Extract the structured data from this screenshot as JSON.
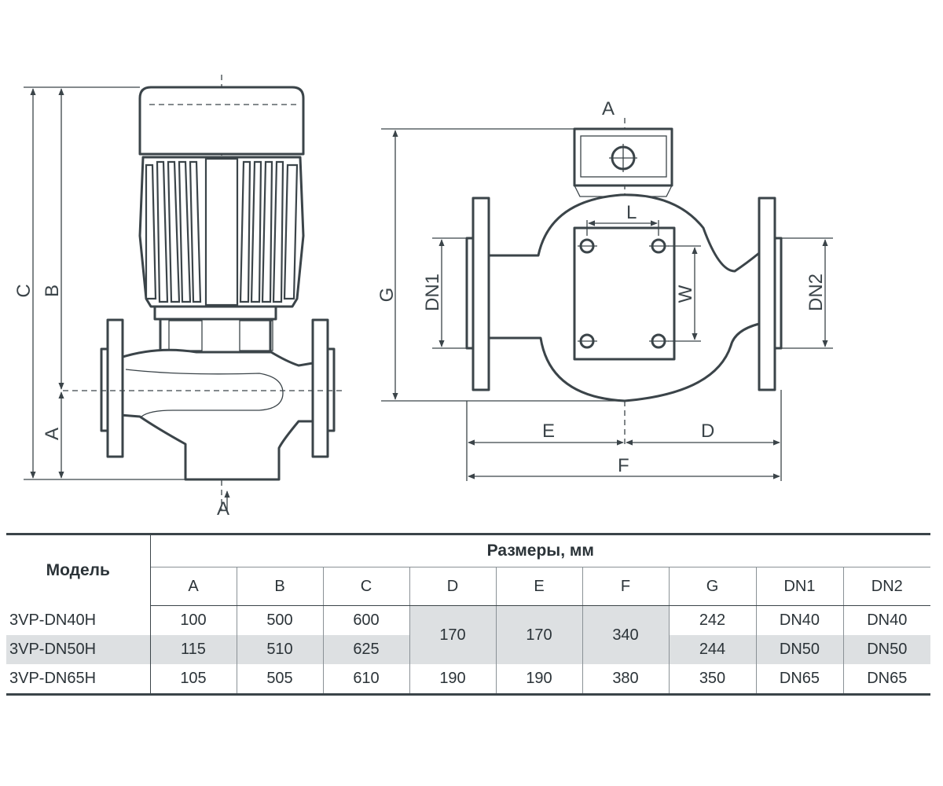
{
  "drawing": {
    "left_view": {
      "C": "C",
      "B": "B",
      "A": "A",
      "section": "A"
    },
    "right_view": {
      "section": "A",
      "L": "L",
      "W": "W",
      "G": "G",
      "DN1": "DN1",
      "DN2": "DN2",
      "E": "E",
      "D": "D",
      "F": "F"
    }
  },
  "table": {
    "model_header": "Модель",
    "dims_header": "Размеры, мм",
    "columns": [
      "A",
      "B",
      "C",
      "D",
      "E",
      "F",
      "G",
      "DN1",
      "DN2"
    ],
    "rows": [
      {
        "model": "3VP-DN40H",
        "A": "100",
        "B": "500",
        "C": "600",
        "G": "242",
        "DN1": "DN40",
        "DN2": "DN40"
      },
      {
        "model": "3VP-DN50H",
        "A": "115",
        "B": "510",
        "C": "625",
        "G": "244",
        "DN1": "DN50",
        "DN2": "DN50"
      },
      {
        "model": "3VP-DN65H",
        "A": "105",
        "B": "505",
        "C": "610",
        "D": "190",
        "E": "190",
        "F": "380",
        "G": "350",
        "DN1": "DN65",
        "DN2": "DN65"
      }
    ],
    "merged_rows_1_2": {
      "D": "170",
      "E": "170",
      "F": "340"
    }
  }
}
